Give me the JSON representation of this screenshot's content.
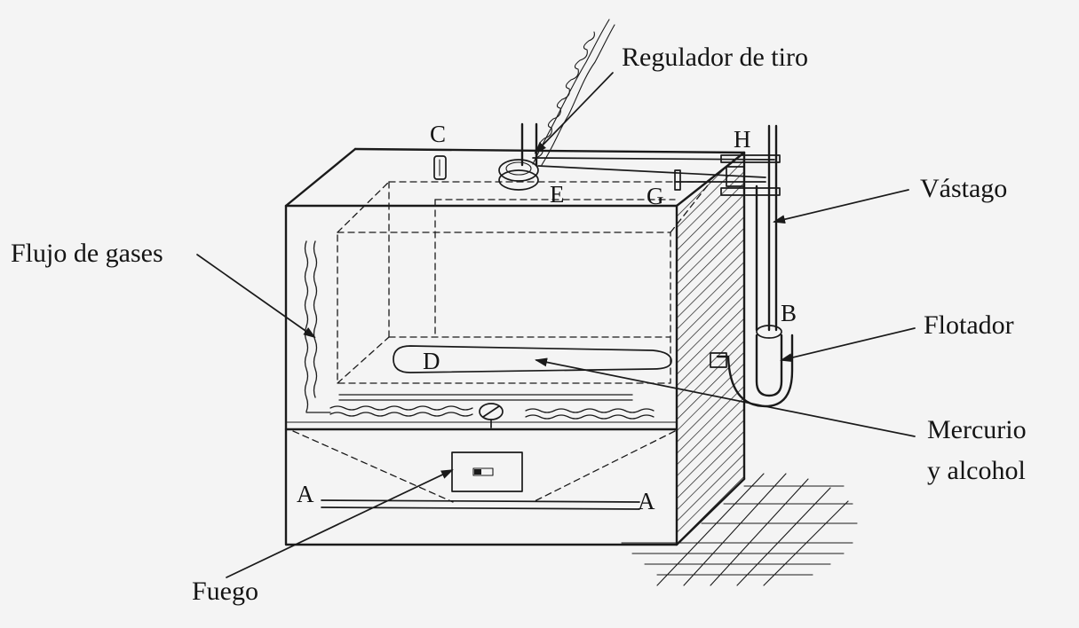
{
  "labels": {
    "regulador_de_tiro": "Regulador de tiro",
    "vastago": "Vástago",
    "flujo_de_gases": "Flujo de gases",
    "flotador": "Flotador",
    "mercurio": "Mercurio",
    "y_alcohol": "y alcohol",
    "fuego": "Fuego"
  },
  "letters": {
    "c": "C",
    "h": "H",
    "e": "E",
    "g": "G",
    "b": "B",
    "d": "D",
    "a_left": "A",
    "a_right": "A"
  }
}
